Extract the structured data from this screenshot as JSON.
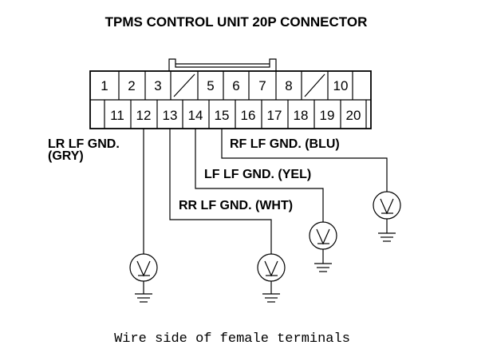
{
  "title": "TPMS CONTROL UNIT 20P CONNECTOR",
  "caption": "Wire side of female terminals",
  "connector": {
    "top_row": [
      "1",
      "2",
      "3",
      "",
      "5",
      "6",
      "7",
      "8",
      "",
      "10"
    ],
    "bottom_row": [
      "11",
      "12",
      "13",
      "14",
      "15",
      "16",
      "17",
      "18",
      "19",
      "20"
    ]
  },
  "wires": {
    "lr": {
      "label_line1": "LR LF GND.",
      "label_line2": "(GRY)",
      "pin": "12"
    },
    "rr": {
      "label": "RR LF GND. (WHT)",
      "pin": "13"
    },
    "lf": {
      "label": "LF LF GND. (YEL)",
      "pin": "14"
    },
    "rf": {
      "label": "RF LF GND. (BLU)",
      "pin": "15"
    }
  },
  "meter_symbol": "V"
}
